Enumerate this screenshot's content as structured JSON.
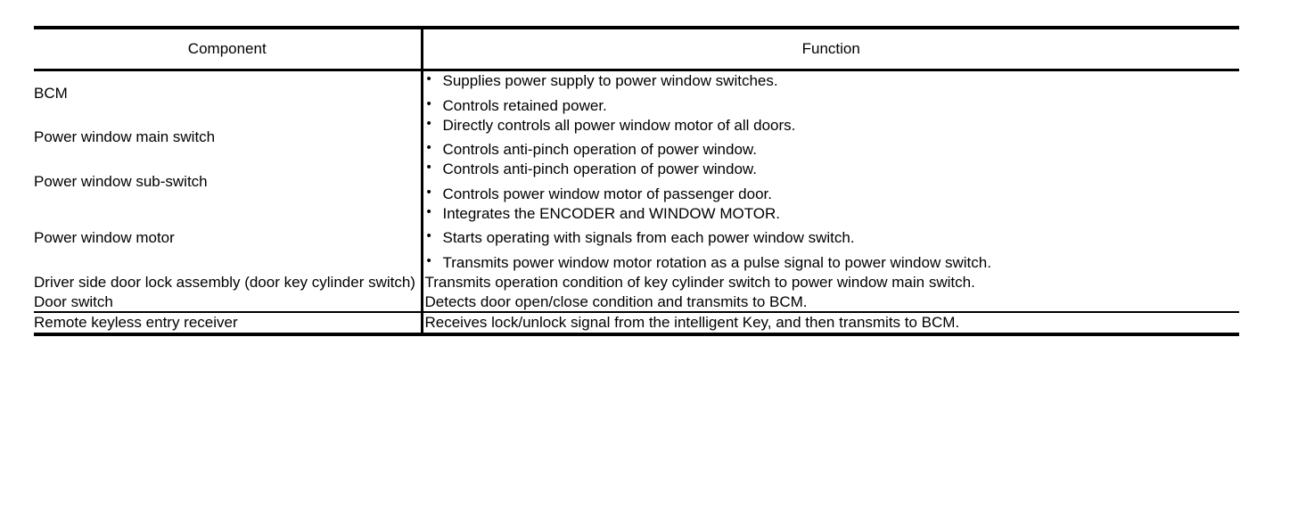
{
  "table": {
    "headers": {
      "component": "Component",
      "function": "Function"
    },
    "rows": [
      {
        "component": "BCM",
        "bullets": [
          "Supplies power supply to power window switches.",
          "Controls retained power."
        ]
      },
      {
        "component": "Power window main switch",
        "bullets": [
          "Directly controls all power window motor of all doors.",
          "Controls anti-pinch operation of power window."
        ]
      },
      {
        "component": "Power window sub-switch",
        "bullets": [
          "Controls anti-pinch operation of power window.",
          "Controls power window motor of passenger door."
        ]
      },
      {
        "component": "Power window motor",
        "bullets": [
          "Integrates the ENCODER and WINDOW MOTOR.",
          "Starts operating with signals from each power window switch.",
          "Transmits power window motor rotation as a pulse signal to power window switch."
        ]
      },
      {
        "component": "Driver side door lock assembly (door key cylinder switch)",
        "text": "Transmits operation condition of key cylinder switch to power window main switch."
      },
      {
        "component": "Door switch",
        "text": "Detects door open/close condition and transmits to BCM."
      },
      {
        "component": "Remote keyless entry receiver",
        "text": "Receives lock/unlock signal from the intelligent Key, and then transmits to BCM."
      }
    ]
  }
}
